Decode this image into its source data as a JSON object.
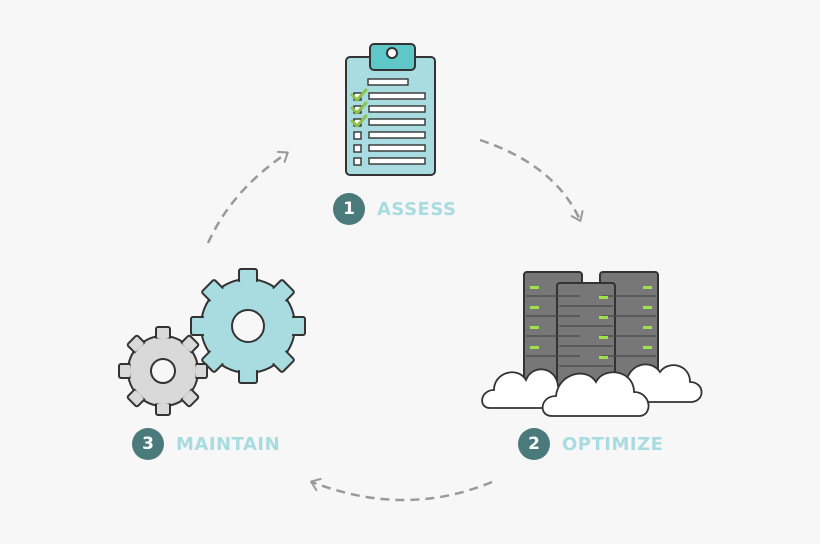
{
  "steps": [
    {
      "number": "1",
      "label": "ASSESS",
      "icon": "clipboard-checklist-icon"
    },
    {
      "number": "2",
      "label": "OPTIMIZE",
      "icon": "servers-cloud-icon"
    },
    {
      "number": "3",
      "label": "MAINTAIN",
      "icon": "gears-icon"
    }
  ],
  "colors": {
    "accent_teal": "#a9dce0",
    "badge": "#4a7a7c",
    "check_green": "#8bc34a",
    "server_gray": "#777777",
    "server_led": "#9ee04a",
    "gear_gray": "#d9d9d9",
    "arrow": "#999999"
  }
}
